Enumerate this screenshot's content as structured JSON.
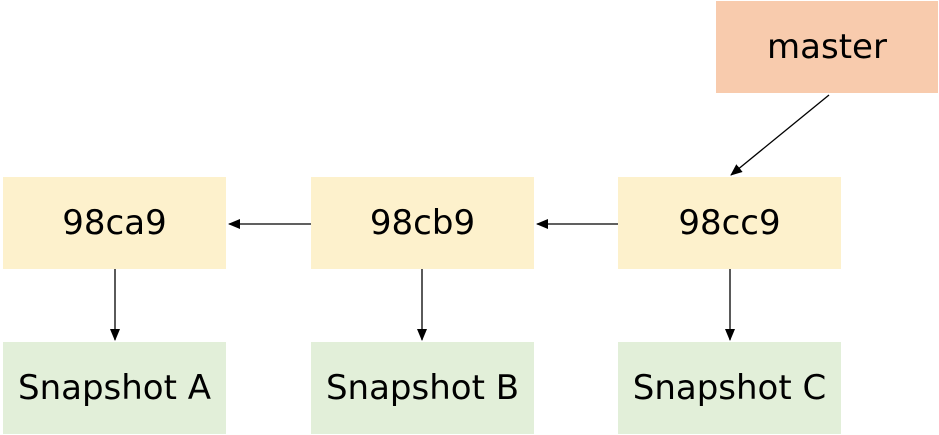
{
  "branch": {
    "label": "master",
    "color": "#f8cbad"
  },
  "commits": [
    {
      "label": "98ca9"
    },
    {
      "label": "98cb9"
    },
    {
      "label": "98cc9"
    }
  ],
  "snapshots": [
    {
      "label": "Snapshot A"
    },
    {
      "label": "Snapshot B"
    },
    {
      "label": "Snapshot C"
    }
  ],
  "colors": {
    "commit_fill": "#fdf1cc",
    "snapshot_fill": "#e2efd9",
    "branch_fill": "#f8cbad",
    "arrow": "#000000"
  }
}
